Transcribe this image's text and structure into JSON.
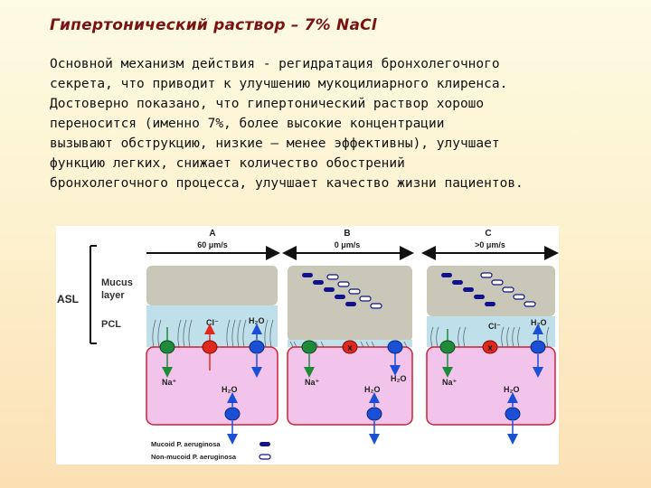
{
  "slide": {
    "title": "Гипертонический раствор – 7% NaCl",
    "paragraph_lines": [
      "Основной механизм действия - регидратация бронхолегочного",
      "секрета, что приводит к улучшению мукоцилиарного клиренса.",
      "Достоверно показано, что гипертонический раствор хорошо",
      "переносится (именно 7%, более высокие концентрации",
      "вызывают обструкцию, низкие – менее эффективны), улучшает",
      "функцию легких, снижает количество обострений",
      "бронхолегочного процесса, улучшает качество жизни пациентов."
    ]
  },
  "figure": {
    "asl_label": "ASL",
    "mucus_label": "Mucus layer",
    "mucus_line1": "Mucus",
    "mucus_line2": "layer",
    "pcl_label": "PCL",
    "panels": [
      {
        "letter": "A",
        "speed": "60 μm/s",
        "cl": "Cl⁻",
        "h2o_top": "H₂O",
        "na": "Na⁺",
        "h2o_cell": "H₂O"
      },
      {
        "letter": "B",
        "speed": "0 μm/s",
        "h2o_top": "H₂O",
        "na": "Na⁺",
        "h2o_cell": "H₂O"
      },
      {
        "letter": "C",
        "speed": ">0 μm/s",
        "cl": "Cl⁻",
        "h2o_top": "H₂O",
        "na": "Na⁺",
        "h2o_cell": "H₂O"
      }
    ],
    "legend": [
      {
        "label": "Mucoid P. aeruginosa",
        "style": "filled"
      },
      {
        "label": "Non-mucoid P. aeruginosa",
        "style": "outline"
      }
    ],
    "colors": {
      "mucus": "#c8c7b8",
      "pcl": "#bfe0ea",
      "cell": "#f2c4ec",
      "cell_border": "#cc2233",
      "green": "#1e8a3a",
      "red": "#e0281c",
      "blue": "#1a4fd6",
      "bacteria": "#12138c",
      "title": "#7a1414"
    }
  }
}
